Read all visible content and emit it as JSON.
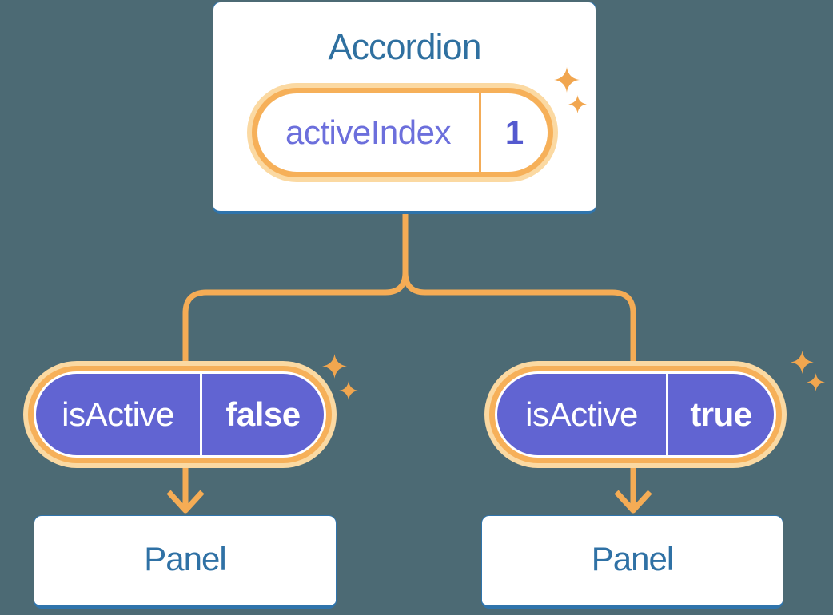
{
  "diagram": {
    "description": "Component tree: Accordion holds state, passes props to two Panels"
  },
  "colors": {
    "background": "#4C6A74",
    "card_bg": "#FFFFFF",
    "card_border": "#2F74AC",
    "heading_text": "#2F70A0",
    "purple_fill": "#6164D2",
    "purple_label_text": "#6C6FDC",
    "purple_value_text": "#5459CF",
    "orange_ring": "#F6B059",
    "orange_glow": "#FBD9A2",
    "orange_line": "#F5AC55",
    "sparkle": "#F1A64F",
    "pill_text": "#FFFFFF"
  },
  "accordion": {
    "title": "Accordion",
    "pill": {
      "label": "activeIndex",
      "value": "1"
    }
  },
  "children": [
    {
      "pill": {
        "label": "isActive",
        "value": "false"
      },
      "panel": {
        "title": "Panel"
      }
    },
    {
      "pill": {
        "label": "isActive",
        "value": "true"
      },
      "panel": {
        "title": "Panel"
      }
    }
  ],
  "decorations": {
    "sparkle_icon": "four-point-star"
  }
}
